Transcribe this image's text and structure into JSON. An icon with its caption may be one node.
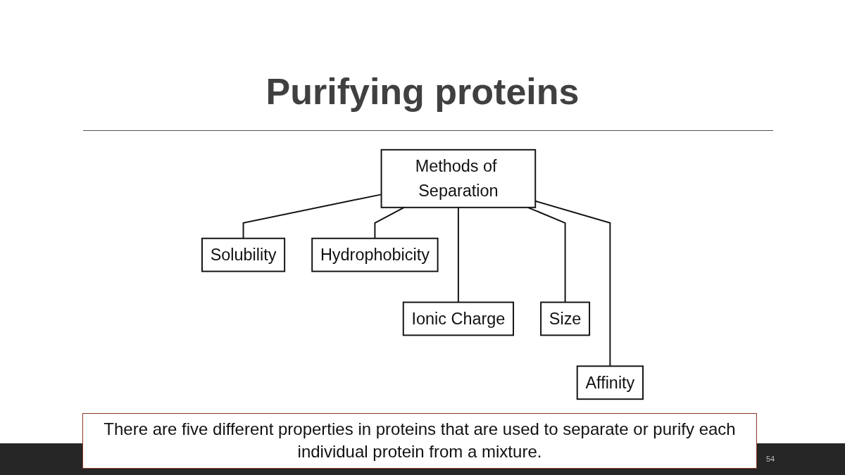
{
  "diagram": {
    "title": "Purifying proteins",
    "caption": "There are five different properties in proteins that are used to separate or purify each individual protein from a mixture.",
    "nodes": [
      {
        "text": [
          "Methods of Separation"
        ]
      },
      {
        "text": [
          "Solubility"
        ]
      },
      {
        "text": [
          "Ionic Charge"
        ]
      },
      {
        "text": [
          "Affinity"
        ]
      },
      {
        "text": [
          "Size"
        ]
      },
      {
        "text": [
          "Hydrophobicity"
        ]
      }
    ],
    "edges": [
      {
        "from": 0,
        "to": 1,
        "arrow": "none"
      },
      {
        "from": 0,
        "to": 2,
        "arrow": "none"
      },
      {
        "from": 0,
        "to": 3,
        "arrow": "none"
      },
      {
        "from": 0,
        "to": 4,
        "arrow": "none"
      },
      {
        "from": 0,
        "to": 5,
        "arrow": "none"
      }
    ],
    "labels": [
      "54"
    ]
  }
}
